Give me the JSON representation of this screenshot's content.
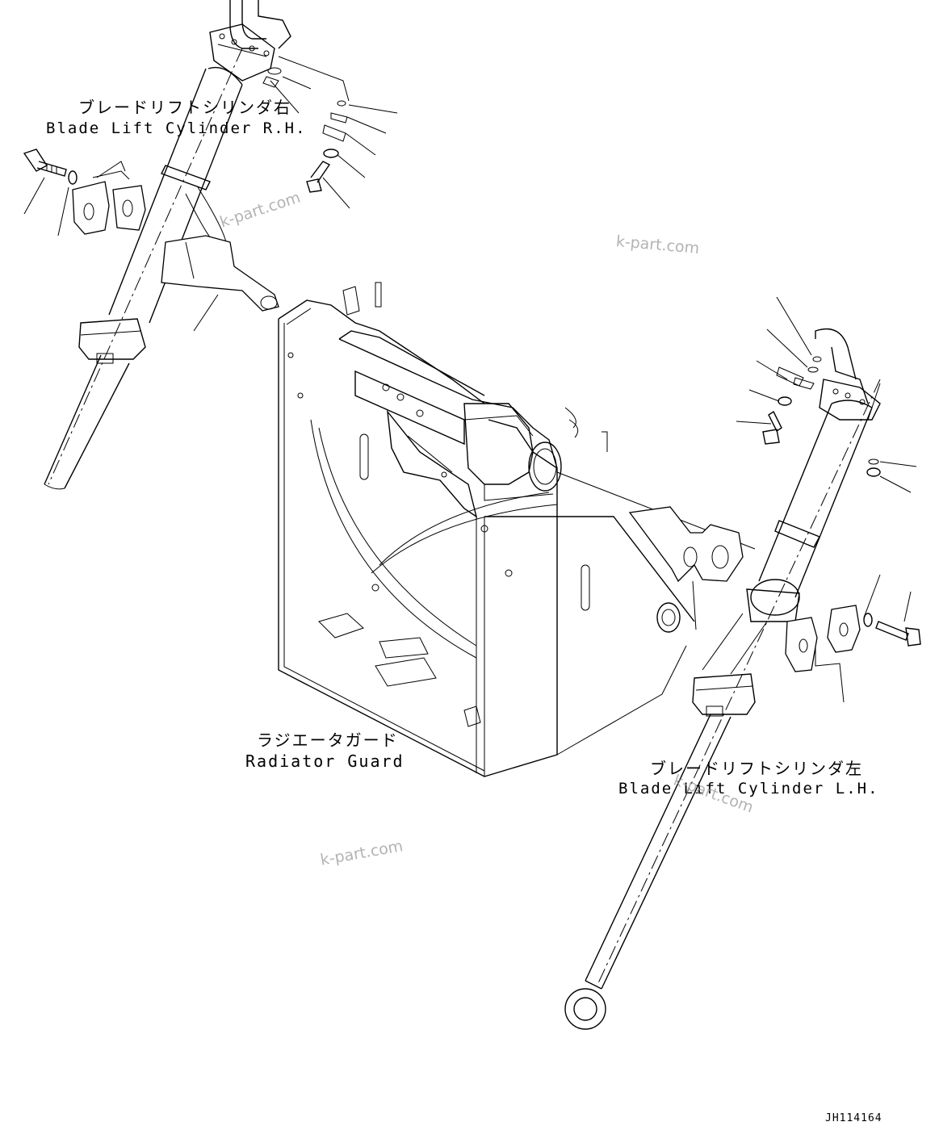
{
  "diagram": {
    "labels": {
      "rh_cylinder_jp": "ブレードリフトシリンダ右",
      "rh_cylinder_en": "Blade Lift Cylinder R.H.",
      "radiator_guard_jp": "ラジエータガード",
      "radiator_guard_en": "Radiator Guard",
      "lh_cylinder_jp": "ブレードリフトシリンダ左",
      "lh_cylinder_en": "Blade Lift Cylinder L.H."
    },
    "watermarks": [
      "k-part.com",
      "k-part.com",
      "k-part.com",
      "k-part.com"
    ],
    "drawing_ref": "JH114164"
  }
}
